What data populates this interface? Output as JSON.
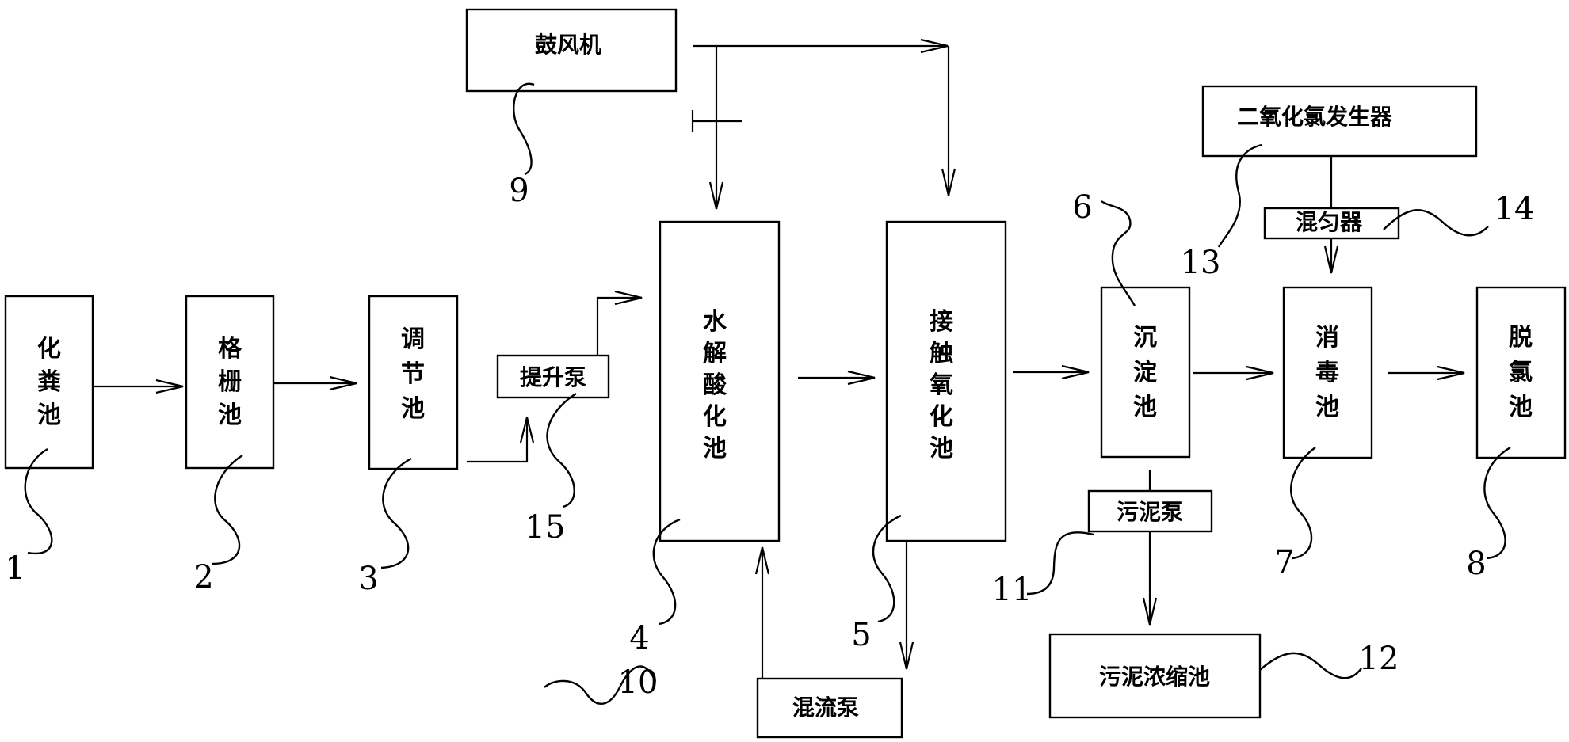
{
  "nodes": {
    "septic_tank": "化粪池",
    "grille_tank": "格栅池",
    "regulating_tank": "调节池",
    "lift_pump": "提升泵",
    "hydrolysis_tank": "水解酸化池",
    "contact_oxidation_tank": "接触氧化池",
    "sedimentation_tank": "沉淀池",
    "disinfection_tank": "消毒池",
    "dechlorination_tank": "脱氯池",
    "blower": "鼓风机",
    "mixing_pump": "混流泵",
    "sludge_pump": "污泥泵",
    "sludge_thickener": "污泥浓缩池",
    "chlorine_dioxide_generator": "二氧化氯发生器",
    "mixer": "混匀器"
  },
  "refs": {
    "r1": "1",
    "r2": "2",
    "r3": "3",
    "r4": "4",
    "r5": "5",
    "r6": "6",
    "r7": "7",
    "r8": "8",
    "r9": "9",
    "r10": "10",
    "r11": "11",
    "r12": "12",
    "r13": "13",
    "r14": "14",
    "r15": "15"
  }
}
